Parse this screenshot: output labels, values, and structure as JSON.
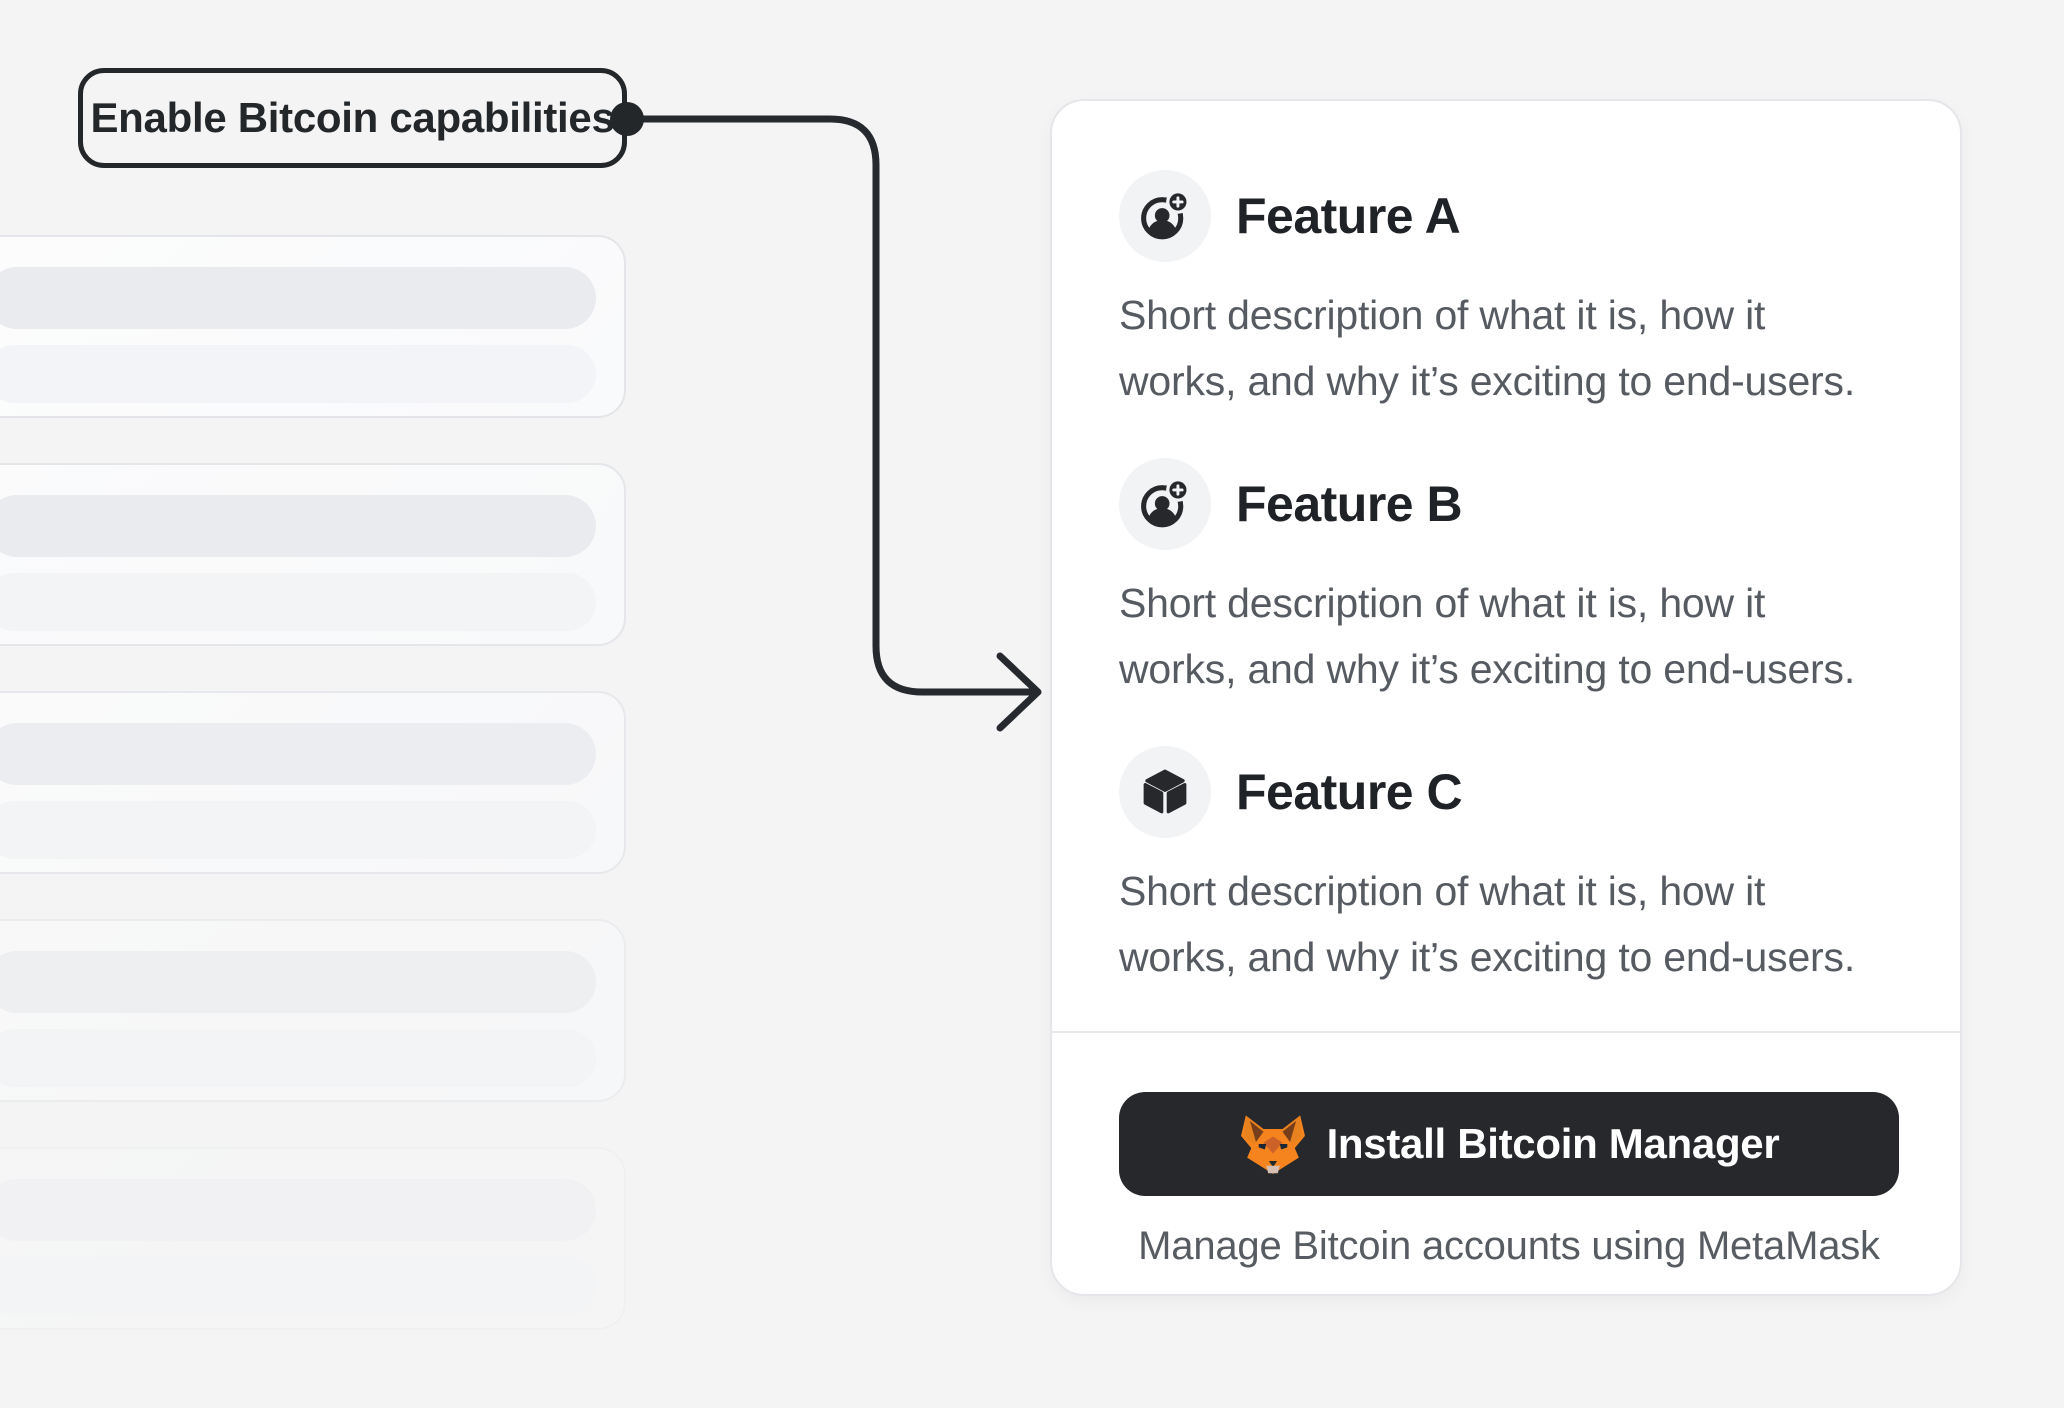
{
  "callout": {
    "label": "Enable Bitcoin capabilities"
  },
  "panel": {
    "features": [
      {
        "title": "Feature A",
        "icon": "person-add-icon",
        "line1": "Short description of what it is, how it",
        "line2": "works, and why it’s exciting to end-users."
      },
      {
        "title": "Feature B",
        "icon": "person-add-icon",
        "line1": "Short description of what it is, how it",
        "line2": "works, and why it’s exciting to end-users."
      },
      {
        "title": "Feature C",
        "icon": "cube-icon",
        "line1": "Short description of what it is, how it",
        "line2": "works, and why it’s exciting to end-users."
      }
    ],
    "install_button": {
      "label": "Install Bitcoin Manager",
      "icon": "metamask-fox-icon"
    },
    "caption": "Manage Bitcoin accounts using MetaMask"
  },
  "colors": {
    "page_background": "#f4f4f5",
    "dark": "#26282c",
    "text_gray": "#565b62",
    "fox_orange": "#E8821E"
  }
}
